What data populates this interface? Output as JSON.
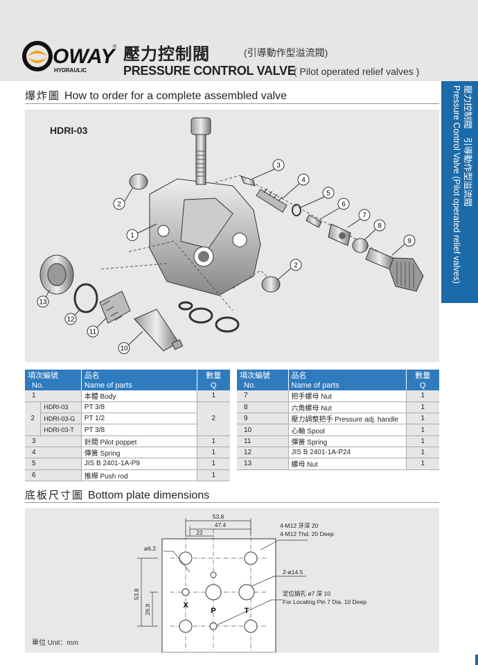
{
  "header": {
    "brand": "OWAY",
    "brand_sub": "HYDRAULIC",
    "registered": "®",
    "title_cn": "壓力控制閥",
    "title_cn_sub": "(引導動作型溢流閥)",
    "title_en": "PRESSURE CONTROL VALVE",
    "title_en_sub": "( Pilot operated relief valves )"
  },
  "side_tab": {
    "line1": "壓力控制閥　引導動作型溢流閥",
    "line2": "Pressure Control Valve (Pilot operated relief valves)"
  },
  "section1": {
    "title_cn": "爆炸圖",
    "title_en": "How to order for a complete assembled valve",
    "model": "HDRI-03",
    "callouts": [
      "1",
      "2",
      "2",
      "3",
      "4",
      "5",
      "6",
      "7",
      "8",
      "9",
      "10",
      "11",
      "12",
      "13"
    ]
  },
  "parts_table": {
    "headers": {
      "no_cn": "項次編號",
      "no_en": "No.",
      "name_cn": "品名",
      "name_en": "Name of parts",
      "q_cn": "數量",
      "q_en": "Q"
    },
    "left": [
      {
        "no": "1",
        "name": "本體 Body",
        "q": "1"
      },
      {
        "no": "2",
        "variants": [
          {
            "model": "HDRI-03",
            "name": "PT 3/8"
          },
          {
            "model": "HDRI-03-G",
            "name": "PT 1/2"
          },
          {
            "model": "HDRI-03-T",
            "name": "PT 3/8"
          }
        ],
        "q": "2"
      },
      {
        "no": "3",
        "name": "針閥 Pilot poppet",
        "q": "1"
      },
      {
        "no": "4",
        "name": "彈簧 Spring",
        "q": "1"
      },
      {
        "no": "5",
        "name": "JIS B 2401-1A-P9",
        "q": "1"
      },
      {
        "no": "6",
        "name": "推桿 Push rod",
        "q": "1"
      }
    ],
    "right": [
      {
        "no": "7",
        "name": "把手螺母 Nut",
        "q": "1"
      },
      {
        "no": "8",
        "name": "六角螺母 Nut",
        "q": "1"
      },
      {
        "no": "9",
        "name": "壓力調整把手 Pressure adj. handle",
        "q": "1"
      },
      {
        "no": "10",
        "name": "心軸 Spool",
        "q": "1"
      },
      {
        "no": "11",
        "name": "彈簧 Spring",
        "q": "1"
      },
      {
        "no": "12",
        "name": "JIS B 2401-1A-P24",
        "q": "1"
      },
      {
        "no": "13",
        "name": "螺母 Nut",
        "q": "1"
      }
    ]
  },
  "section2": {
    "title_cn": "底板尺寸圖",
    "title_en": "Bottom plate dimensions",
    "dims": {
      "d538": "53.8",
      "d474": "47.4",
      "d22": "22",
      "phi62": "ø6.2",
      "v538": "53.8",
      "v269": "26.9"
    },
    "notes": {
      "m12_cn": "4-M12 牙深 20",
      "m12_en": "4-M12 Thd. 20 Deep",
      "phi145": "2-ø14.5",
      "pin_cn": "定位銷孔 ø7 深 10",
      "pin_en": "For Locating Pin 7 Dia. 10 Deep"
    },
    "ports": {
      "x": "X",
      "p": "P",
      "t": "T"
    },
    "unit": "單位 Unit：mm"
  },
  "colors": {
    "accent": "#1c6aa8",
    "table_header": "#2f7bbd",
    "panel": "#e8e8e8"
  }
}
